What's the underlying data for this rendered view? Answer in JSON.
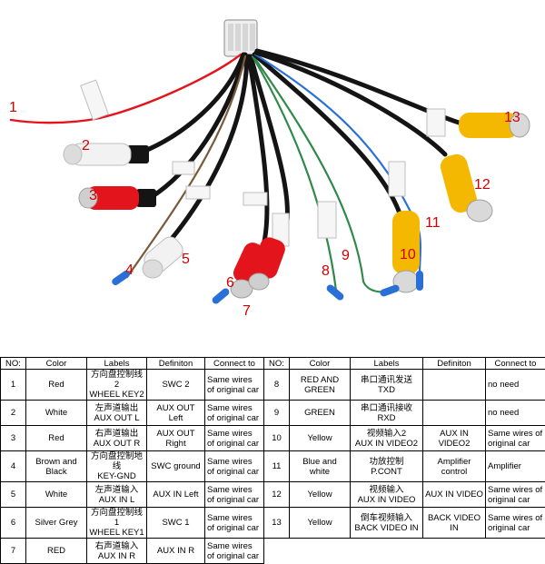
{
  "photo": {
    "labels": [
      "1",
      "2",
      "3",
      "4",
      "5",
      "6",
      "7",
      "8",
      "9",
      "10",
      "11",
      "12",
      "13"
    ]
  },
  "table": {
    "headers": [
      "NO:",
      "Color",
      "Labels",
      "Definiton",
      "Connect to"
    ],
    "rows": [
      [
        {
          "no": "1",
          "color": "Red",
          "label_cn": "方向盘控制线2",
          "label_en": "WHEEL KEY2",
          "definition": "SWC 2",
          "connect": "Same wires of original car"
        },
        {
          "no": "8",
          "color": "RED AND GREEN",
          "label_cn": "串口通讯发送",
          "label_en": "TXD",
          "definition": "",
          "connect": "no need"
        }
      ],
      [
        {
          "no": "2",
          "color": "White",
          "label_cn": "左声道输出",
          "label_en": "AUX OUT L",
          "definition": "AUX OUT Left",
          "connect": "Same wires of original car"
        },
        {
          "no": "9",
          "color": "GREEN",
          "label_cn": "串口通讯接收",
          "label_en": "RXD",
          "definition": "",
          "connect": "no need"
        }
      ],
      [
        {
          "no": "3",
          "color": "Red",
          "label_cn": "右声道输出",
          "label_en": "AUX OUT R",
          "definition": "AUX OUT Right",
          "connect": "Same wires of original car"
        },
        {
          "no": "10",
          "color": "Yellow",
          "label_cn": "视频输入2",
          "label_en": "AUX IN VIDEO2",
          "definition": "AUX IN VIDEO2",
          "connect": "Same wires of original car"
        }
      ],
      [
        {
          "no": "4",
          "color": "Brown and Black",
          "label_cn": "方向盘控制地线",
          "label_en": "KEY-GND",
          "definition": "SWC ground",
          "connect": "Same wires of original car"
        },
        {
          "no": "11",
          "color": "Blue and white",
          "label_cn": "功放控制",
          "label_en": "P.CONT",
          "definition": "Amplifier control",
          "connect": "Amplifier"
        }
      ],
      [
        {
          "no": "5",
          "color": "White",
          "label_cn": "左声道输入",
          "label_en": "AUX IN L",
          "definition": "AUX IN Left",
          "connect": "Same wires of original car"
        },
        {
          "no": "12",
          "color": "Yellow",
          "label_cn": "视频输入",
          "label_en": "AUX IN VIDEO",
          "definition": "AUX IN VIDEO",
          "connect": "Same wires of original car"
        }
      ],
      [
        {
          "no": "6",
          "color": "Silver Grey",
          "label_cn": "方向盘控制线1",
          "label_en": "WHEEL KEY1",
          "definition": "SWC 1",
          "connect": "Same wires of original car"
        },
        {
          "no": "13",
          "color": "Yellow",
          "label_cn": "倒车视频输入",
          "label_en": "BACK VIDEO IN",
          "definition": "BACK VIDEO IN",
          "connect": "Same wires of original car"
        }
      ],
      [
        {
          "no": "7",
          "color": "RED",
          "label_cn": "右声道输入",
          "label_en": "AUX IN R",
          "definition": "AUX IN R",
          "connect": "Same wires of original car"
        }
      ]
    ]
  },
  "colors": {
    "red_rca": "#e3141c",
    "white_rca": "#f2f2f2",
    "yellow_rca": "#f5b800",
    "cable_black": "#141414",
    "label_red": "#d00000",
    "wire_blue": "#2a6fd8",
    "wire_green": "#2f8a4a"
  }
}
